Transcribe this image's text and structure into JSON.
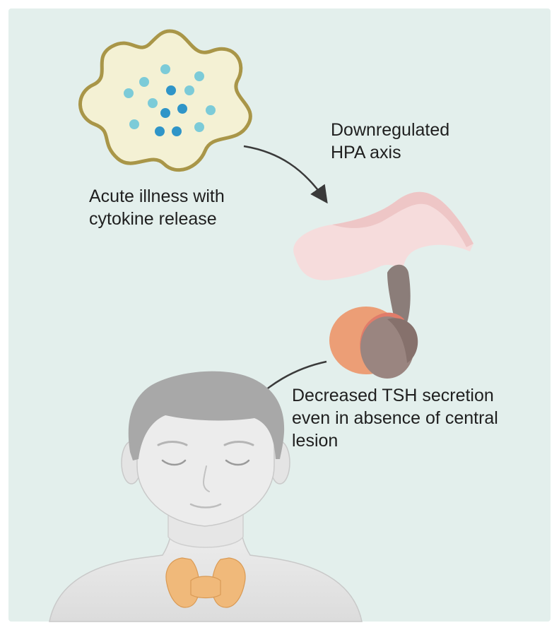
{
  "colors": {
    "background": "#e3efec",
    "cell_fill": "#f4f1d4",
    "cell_outline": "#a99648",
    "dot_light": "#7ccbd8",
    "dot_dark": "#2f95c8",
    "hypothalamus": "#f6dcdc",
    "stalk": "#8b7d79",
    "pituitary_anterior": "#ec9e76",
    "pituitary_posterior": "#9a8580",
    "thyroid": "#f0b97a",
    "arrow": "#3a3a3a",
    "text": "#1f1f1f"
  },
  "labels": {
    "illness": [
      "Acute illness with",
      "cytokine release"
    ],
    "hpa": [
      "Downregulated",
      "HPA axis"
    ],
    "tsh": [
      "Decreased TSH secretion",
      "even in absence of central",
      "lesion"
    ]
  },
  "icons": [
    "cytokine-cell-icon",
    "pituitary-gland-icon",
    "human-head-icon",
    "thyroid-gland-icon"
  ]
}
